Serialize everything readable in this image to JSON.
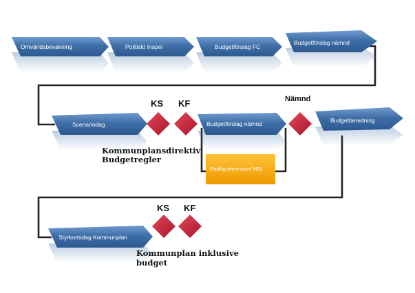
{
  "diagram": {
    "row1": {
      "s1": "Omvärldsbevakning",
      "s2": "Politiskt Inspel",
      "s3": "Budgetförslag FC",
      "s4": "Budgetförslag nämnd"
    },
    "row2": {
      "s1": "Scenariodag",
      "ks": "KS",
      "kf": "KF",
      "s2": "Budgetförslag nämnd",
      "namnd": "Nämnd",
      "s3": "Budgetberedning",
      "facklig": "Facklig information/ MBL",
      "note_line1": "Kommunplansdirektiv",
      "note_line2": "Budgetregler"
    },
    "row3": {
      "s1": "Styrkortsdag Kommunplan",
      "ks": "KS",
      "kf": "KF",
      "note_line1": "Kommunplan inklusive",
      "note_line2": "budget"
    },
    "colors": {
      "chevron": "#3f6fa8",
      "diamond": "#c8283a",
      "facklig_box": "#f5a300",
      "connector": "#222222"
    }
  }
}
